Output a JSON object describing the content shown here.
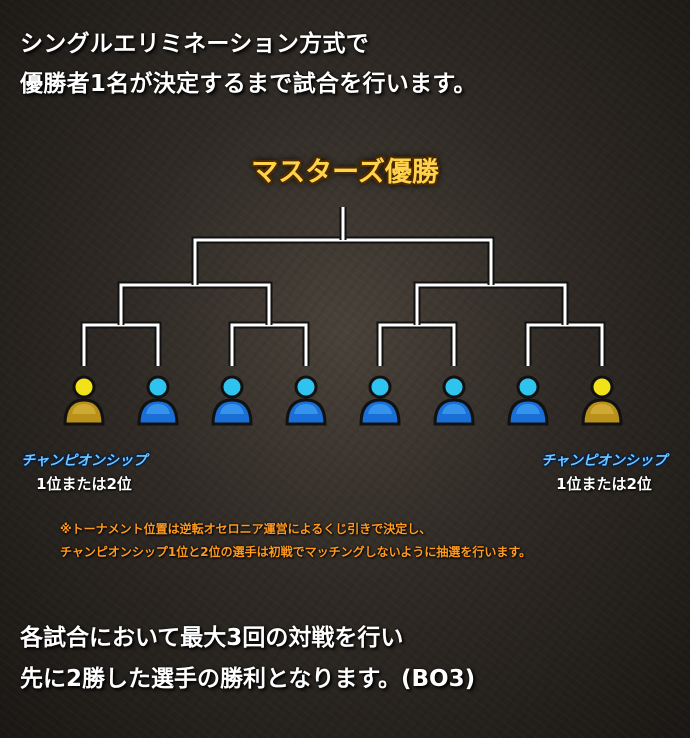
{
  "intro": {
    "line1": "シングルエリミネーション方式で",
    "line2": "優勝者1名が決定するまで試合を行います。"
  },
  "bracket": {
    "winner_title": "マスターズ優勝",
    "players": [
      {
        "color": "gold"
      },
      {
        "color": "blue"
      },
      {
        "color": "blue"
      },
      {
        "color": "blue"
      },
      {
        "color": "blue"
      },
      {
        "color": "blue"
      },
      {
        "color": "blue"
      },
      {
        "color": "gold"
      }
    ],
    "left_seed": {
      "champ": "チャンピオンシップ",
      "rank": "1位または2位"
    },
    "right_seed": {
      "champ": "チャンピオンシップ",
      "rank": "1位または2位"
    }
  },
  "colors": {
    "gold_player": "#c9a21a",
    "blue_player": "#1f8fe8",
    "note": "#ff9a1f",
    "title": "#ffd24a"
  },
  "note": {
    "line1": "※トーナメント位置は逆転オセロニア運営によるくじ引きで決定し、",
    "line2": "チャンピオンシップ1位と2位の選手は初戦でマッチングしないように抽選を行います。"
  },
  "rules": {
    "line1": "各試合において最大3回の対戦を行い",
    "line2": "先に2勝した選手の勝利となります。(BO3)"
  }
}
